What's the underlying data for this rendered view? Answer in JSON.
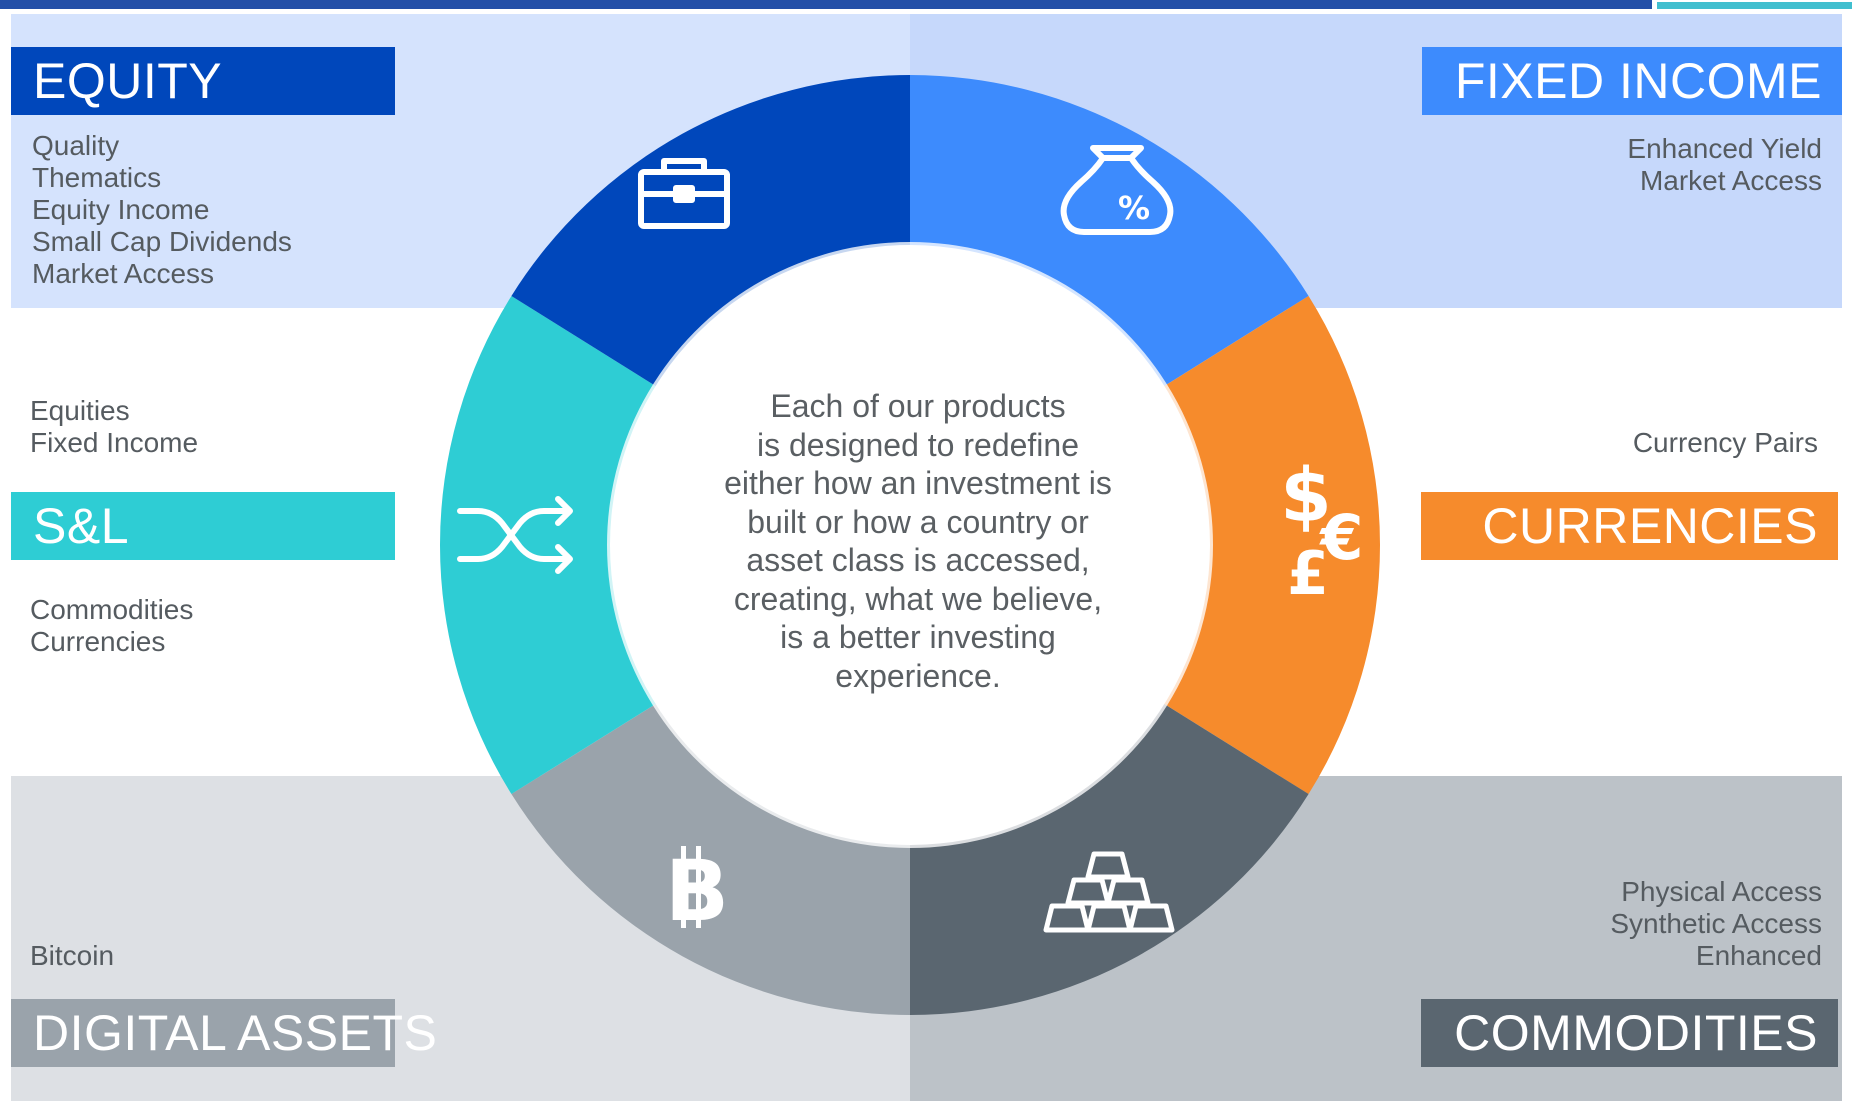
{
  "colors": {
    "equity": "#0047bb",
    "fixed_income": "#3d8bfd",
    "currencies": "#f68b2c",
    "commodities": "#5a6670",
    "digital_assets": "#9aa3ab",
    "sl": "#2ecdd4",
    "equity_panel": "#d5e3fd",
    "fixed_income_panel": "#c6d8fb",
    "digital_panel": "#dde0e4",
    "commodities_panel": "#bcc2c8",
    "top_bar": "#2450a8",
    "top_bar_accent": "#41bfcf",
    "text_gray": "#555b60"
  },
  "categories": {
    "equity": {
      "label": "EQUITY",
      "icon": "briefcase-icon",
      "items": [
        "Quality",
        "Thematics",
        "Equity Income",
        "Small Cap Dividends",
        "Market Access"
      ]
    },
    "fixed_income": {
      "label": "FIXED INCOME",
      "icon": "money-bag-percent-icon",
      "items": [
        "Enhanced Yield",
        "Market Access"
      ]
    },
    "sl": {
      "label": "S&L",
      "icon": "shuffle-icon",
      "items_top": [
        "Equities",
        "Fixed Income"
      ],
      "items_bottom": [
        "Commodities",
        "Currencies"
      ]
    },
    "currencies": {
      "label": "CURRENCIES",
      "icon": "currency-symbols-icon",
      "items": [
        "Currency Pairs"
      ]
    },
    "digital_assets": {
      "label": "DIGITAL ASSETS",
      "icon": "bitcoin-icon",
      "items": [
        "Bitcoin"
      ]
    },
    "commodities": {
      "label": "COMMODITIES",
      "icon": "gold-bars-icon",
      "items": [
        "Physical Access",
        "Synthetic Access",
        "Enhanced"
      ]
    }
  },
  "center_text": [
    "Each of our products",
    "is designed to redefine",
    "either how an investment is",
    "built or how a country or",
    "asset class is accessed,",
    "creating, what  we believe,",
    "is a better investing",
    "experience."
  ]
}
